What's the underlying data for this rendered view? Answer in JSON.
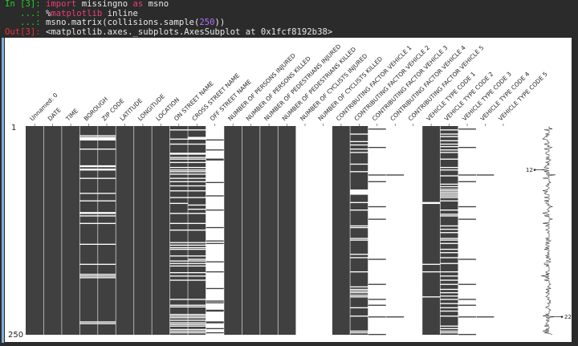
{
  "terminal": {
    "lines": [
      {
        "prompt": "In [3]: ",
        "parts": [
          {
            "text": "import",
            "cls": "kw"
          },
          {
            "text": " missingno "
          },
          {
            "text": "as",
            "cls": "kw"
          },
          {
            "text": " msno"
          }
        ]
      },
      {
        "prompt": "   ...: ",
        "parts": [
          {
            "text": "%"
          },
          {
            "text": "matplotlib",
            "cls": "kw"
          },
          {
            "text": " inline"
          }
        ]
      },
      {
        "prompt": "   ...: ",
        "parts": [
          {
            "text": "msno.matrix(collisions.sample("
          },
          {
            "text": "250",
            "cls": "num"
          },
          {
            "text": "))"
          }
        ]
      },
      {
        "prompt": "Out[3]: ",
        "parts": [
          {
            "text": "<matplotlib.axes._subplots.AxesSubplot at 0x1fcf8192b38>"
          }
        ]
      }
    ],
    "colors": {
      "in_prompt": "#22d022",
      "out_prompt": "#e8343a",
      "keyword": "#e8407a",
      "number": "#b070ff",
      "text": "#e8e8e8"
    }
  },
  "chart_data": {
    "type": "heatmap",
    "kind": "missingno matrix",
    "rows": 250,
    "row_tick_labels": [
      "1",
      "250"
    ],
    "present_color": "#404040",
    "missing_color": "#ffffff",
    "sparkline": {
      "min_label": "12",
      "max_label": "22"
    },
    "columns": [
      {
        "name": "Unnamed: 0",
        "missing": []
      },
      {
        "name": "DATE",
        "missing": []
      },
      {
        "name": "TIME",
        "missing": []
      },
      {
        "name": "BOROUGH",
        "missing": [
          12,
          14,
          15,
          16,
          17,
          28,
          48,
          49,
          52,
          53,
          63,
          81,
          90,
          104,
          105,
          108,
          117,
          142,
          166,
          178,
          180,
          182,
          235,
          237
        ]
      },
      {
        "name": "ZIP CODE",
        "missing": [
          12,
          14,
          15,
          16,
          17,
          28,
          48,
          49,
          52,
          53,
          63,
          81,
          90,
          104,
          105,
          108,
          117,
          142,
          166,
          178,
          180,
          182,
          235,
          237
        ]
      },
      {
        "name": "LATITUDE",
        "missing": []
      },
      {
        "name": "LONGITUDE",
        "missing": []
      },
      {
        "name": "LOCATION",
        "missing": []
      },
      {
        "name": "ON STREET NAME",
        "missing": [
          5,
          16,
          22,
          33,
          34,
          38,
          40,
          44,
          50,
          53,
          55,
          58,
          63,
          67,
          72,
          78,
          86,
          93,
          105,
          117,
          125,
          140,
          143,
          146,
          148,
          156,
          162,
          165,
          168,
          176,
          180,
          185,
          208,
          215,
          217,
          226,
          228,
          230,
          233,
          236,
          238,
          240,
          244,
          246,
          248
        ]
      },
      {
        "name": "CROSS STREET NAME",
        "missing": [
          5,
          14,
          15,
          16,
          22,
          33,
          34,
          38,
          40,
          44,
          50,
          53,
          55,
          58,
          63,
          67,
          72,
          78,
          86,
          95,
          100,
          105,
          117,
          125,
          140,
          143,
          146,
          148,
          156,
          160,
          162,
          165,
          168,
          176,
          180,
          185,
          208,
          215,
          217,
          226,
          228,
          230,
          233,
          236,
          238,
          240,
          244,
          246,
          248
        ]
      },
      {
        "name": "OFF STREET NAME",
        "present": [
          17,
          29,
          40,
          41,
          68,
          84,
          101,
          122,
          138,
          141,
          163,
          175,
          195,
          210,
          212,
          221,
          222,
          235,
          236,
          243,
          248
        ]
      },
      {
        "name": "NUMBER OF PERSONS INJURED",
        "missing": []
      },
      {
        "name": "NUMBER OF PERSONS KILLED",
        "missing": []
      },
      {
        "name": "NUMBER OF PEDESTRIANS INJURED",
        "missing": []
      },
      {
        "name": "NUMBER OF PEDESTRIANS KILLED",
        "missing": []
      },
      {
        "name": "NUMBER OF CYCLISTS INJURED",
        "present": []
      },
      {
        "name": "NUMBER OF CYCLISTS KILLED",
        "present": []
      },
      {
        "name": "CONTRIBUTING FACTOR VEHICLE 1",
        "missing": []
      },
      {
        "name": "CONTRIBUTING FACTOR VEHICLE 2",
        "missing": [
          10,
          19,
          23,
          28,
          32,
          46,
          55,
          77,
          78,
          79,
          80,
          81,
          82,
          92,
          101,
          120,
          122,
          135,
          137,
          154,
          158,
          175,
          193,
          196,
          198,
          200,
          203,
          205,
          218,
          228,
          246,
          248
        ]
      },
      {
        "name": "CONTRIBUTING FACTOR VEHICLE 3",
        "present": [
          4,
          26,
          59,
          67,
          97,
          112,
          160,
          190,
          208,
          215,
          229,
          250
        ]
      },
      {
        "name": "CONTRIBUTING FACTOR VEHICLE 4",
        "present": [
          59,
          229
        ]
      },
      {
        "name": "CONTRIBUTING FACTOR VEHICLE 5",
        "present": []
      },
      {
        "name": "VEHICLE TYPE CODE 1",
        "missing": [
          92,
          93,
          166,
          175,
          205
        ]
      },
      {
        "name": "VEHICLE TYPE CODE 2",
        "missing": [
          5,
          10,
          13,
          18,
          22,
          25,
          29,
          32,
          40,
          50,
          53,
          60,
          70,
          73,
          76,
          78,
          80,
          82,
          84,
          86,
          90,
          101,
          106,
          108,
          120,
          124,
          128,
          135,
          137,
          141,
          148,
          152,
          158,
          165,
          175,
          180,
          185,
          190,
          196,
          200,
          204,
          208,
          213,
          218,
          222,
          228,
          240,
          243,
          246,
          248
        ]
      },
      {
        "name": "VEHICLE TYPE CODE 3",
        "present": [
          4,
          26,
          59,
          67,
          97,
          112,
          160,
          190,
          208,
          215,
          229,
          250
        ]
      },
      {
        "name": "VEHICLE TYPE CODE 4",
        "present": [
          59,
          229
        ]
      },
      {
        "name": "VEHICLE TYPE CODE 5",
        "present": []
      }
    ]
  }
}
